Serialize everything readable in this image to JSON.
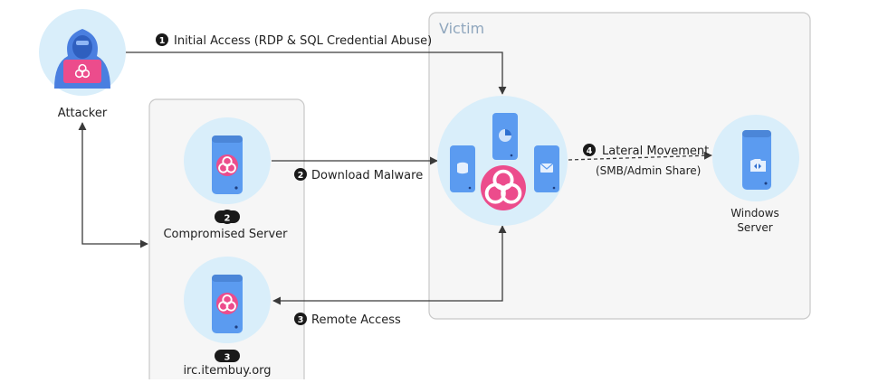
{
  "nodes": {
    "attacker": {
      "label": "Attacker"
    },
    "compromised_server": {
      "badge": "2",
      "label": "Compromised Server"
    },
    "irc_server": {
      "badge": "3",
      "label": "irc.itembuy.org"
    },
    "victim_group": {
      "label": "Victim"
    },
    "windows_server": {
      "label_line1": "Windows",
      "label_line2": "Server"
    }
  },
  "steps": {
    "initial_access": {
      "number": "1",
      "text": "Initial Access (RDP & SQL Credential Abuse)"
    },
    "download_malware": {
      "number": "2",
      "text": "Download Malware"
    },
    "remote_access": {
      "number": "3",
      "text": "Remote Access"
    },
    "lateral_movement": {
      "number": "4",
      "text": "Lateral Movement",
      "subtext": "(SMB/Admin Share)"
    }
  },
  "colors": {
    "circle_fill": "#d9eefa",
    "device_blue": "#5b9bf0",
    "biohazard_pink": "#ec4c8c",
    "hoodie_blue": "#4a7fe0",
    "group_border": "#c8c8c8",
    "group_fill": "#f6f6f6",
    "line": "#3a3a3a",
    "victim_label": "#8fa6bd"
  }
}
